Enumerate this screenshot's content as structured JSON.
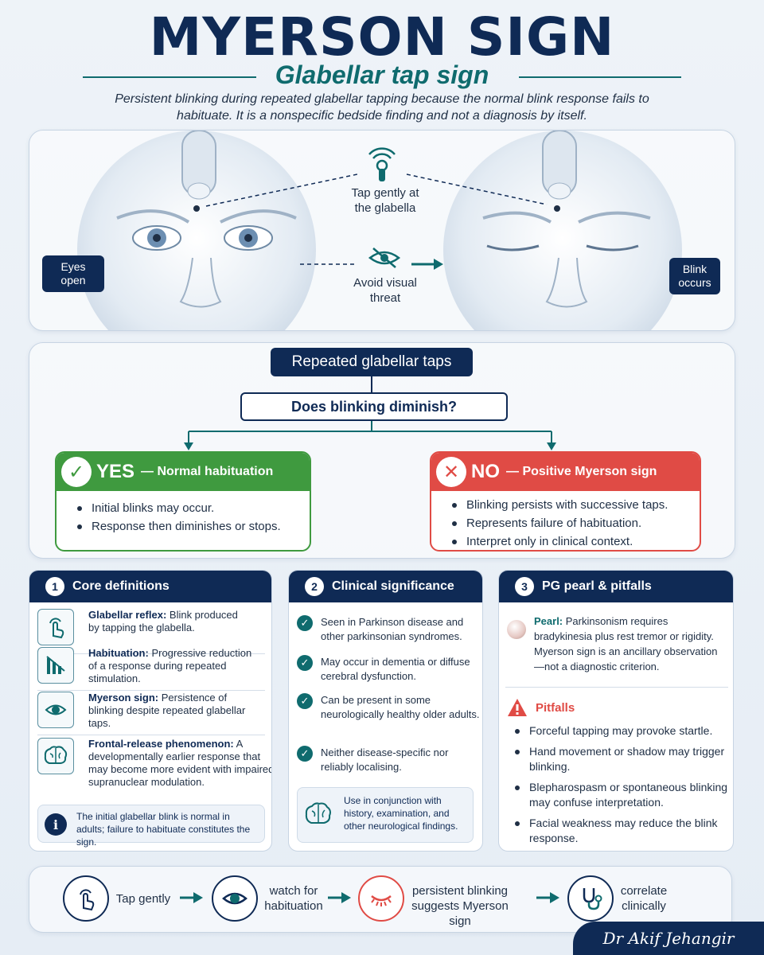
{
  "header": {
    "title": "MYERSON SIGN",
    "subtitle": "Glabellar tap sign",
    "intro": "Persistent blinking during repeated glabellar tapping because the normal blink response fails to habituate. It is a nonspecific bedside finding and not a diagnosis by itself."
  },
  "illustration": {
    "left_tag": "Eyes open",
    "right_tag": "Blink occurs",
    "tap_label": "Tap gently at the glabella",
    "avoid_label": "Avoid visual threat"
  },
  "flow": {
    "head": "Repeated glabellar taps",
    "question": "Does blinking diminish?",
    "yes": {
      "big": "YES",
      "small": "— Normal habituation",
      "items": [
        "Initial blinks may occur.",
        "Response then diminishes or stops."
      ],
      "color": "#3f9a3f"
    },
    "no": {
      "big": "NO",
      "small": "— Positive Myerson sign",
      "items": [
        "Blinking persists with successive taps.",
        "Represents failure of habituation.",
        "Interpret only in clinical context."
      ],
      "color": "#e04b45"
    }
  },
  "core": {
    "num": "1",
    "title": "Core definitions",
    "defs": [
      {
        "term": "Glabellar reflex:",
        "text": " Blink produced by tapping the glabella.",
        "icon": "tap-finger-icon"
      },
      {
        "term": "Habituation:",
        "text": " Progressive reduction of a response during repeated stimulation.",
        "icon": "declining-bars-icon"
      },
      {
        "term": "Myerson sign:",
        "text": " Persistence of blinking despite repeated glabellar taps.",
        "icon": "eye-icon"
      },
      {
        "term": "Frontal-release phenomenon:",
        "text": " A developmentally earlier response that may become more evident with impaired supranuclear modulation.",
        "icon": "brain-icon"
      }
    ],
    "note": "The initial glabellar blink is normal in adults; failure to habituate constitutes the sign."
  },
  "clinical": {
    "num": "2",
    "title": "Clinical significance",
    "items": [
      "Seen in Parkinson disease and other parkinsonian syndromes.",
      "May occur in dementia or diffuse cerebral dysfunction.",
      "Can be present in some neurologically healthy older adults.",
      "Neither disease-specific nor reliably localising."
    ],
    "note": "Use in conjunction with history, examination, and other neurological findings."
  },
  "pearl": {
    "num": "3",
    "title": "PG pearl & pitfalls",
    "pearl_label": "Pearl:",
    "pearl_text": " Parkinsonism requires bradykinesia plus rest tremor or rigidity. Myerson sign is an ancillary observation—not a diagnostic criterion.",
    "pitfalls_label": "Pitfalls",
    "pitfalls": [
      "Forceful tapping may provoke startle.",
      "Hand movement or shadow may trigger blinking.",
      "Blepharospasm or spontaneous blinking may confuse interpretation.",
      "Facial weakness may reduce the blink response."
    ]
  },
  "steps": [
    {
      "text": "Tap gently",
      "icon": "tap-finger-icon"
    },
    {
      "text": "watch for habituation",
      "icon": "eye-icon"
    },
    {
      "text": "persistent blinking suggests Myerson sign",
      "icon": "closed-eye-icon"
    },
    {
      "text": "correlate clinically",
      "icon": "stethoscope-icon"
    }
  ],
  "signature": "Dr Akif Jehangir"
}
